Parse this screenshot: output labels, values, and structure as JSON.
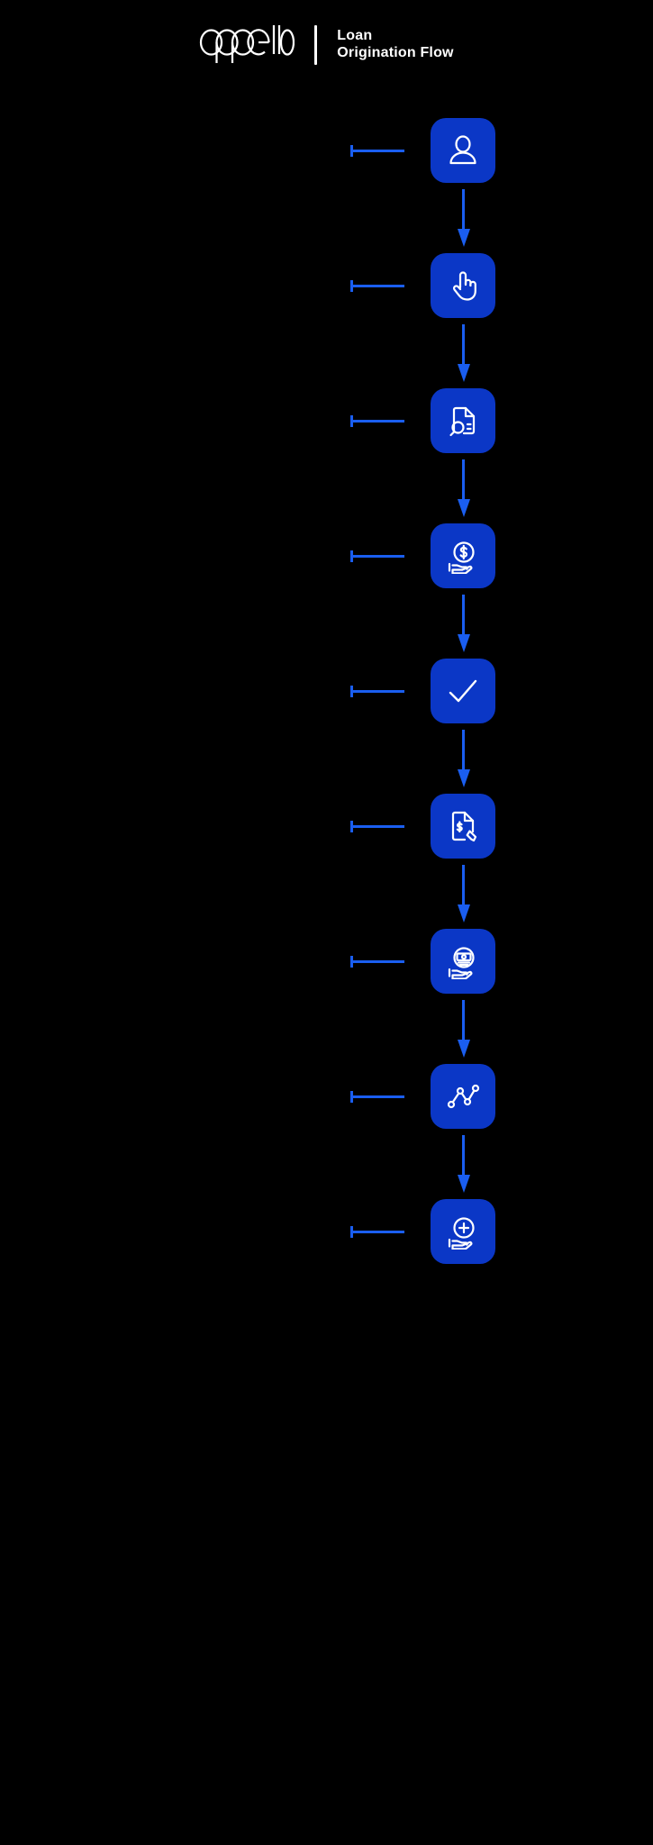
{
  "page": {
    "background_color": "#000000",
    "tile_color": "#0B37C6",
    "accent_color": "#1a5ef0",
    "text_color": "#ffffff"
  },
  "header": {
    "logo_text": "appello",
    "divider": "|",
    "title_line_1": "Loan",
    "title_line_2": "Origination Flow"
  },
  "flow": {
    "steps": [
      {
        "index": 1,
        "icon": "user-profile-icon"
      },
      {
        "index": 2,
        "icon": "pointing-hand-click-icon"
      },
      {
        "index": 3,
        "icon": "document-search-review-icon"
      },
      {
        "index": 4,
        "icon": "hand-holding-dollar-coin-icon"
      },
      {
        "index": 5,
        "icon": "checkmark-approval-icon"
      },
      {
        "index": 6,
        "icon": "document-dollar-signature-pen-icon"
      },
      {
        "index": 7,
        "icon": "hand-holding-cash-banknotes-icon"
      },
      {
        "index": 8,
        "icon": "line-chart-analytics-icon"
      },
      {
        "index": 9,
        "icon": "hand-holding-plus-circle-icon"
      }
    ],
    "connector_label": "step-connector-line",
    "arrow_label": "down-arrow-connector"
  }
}
